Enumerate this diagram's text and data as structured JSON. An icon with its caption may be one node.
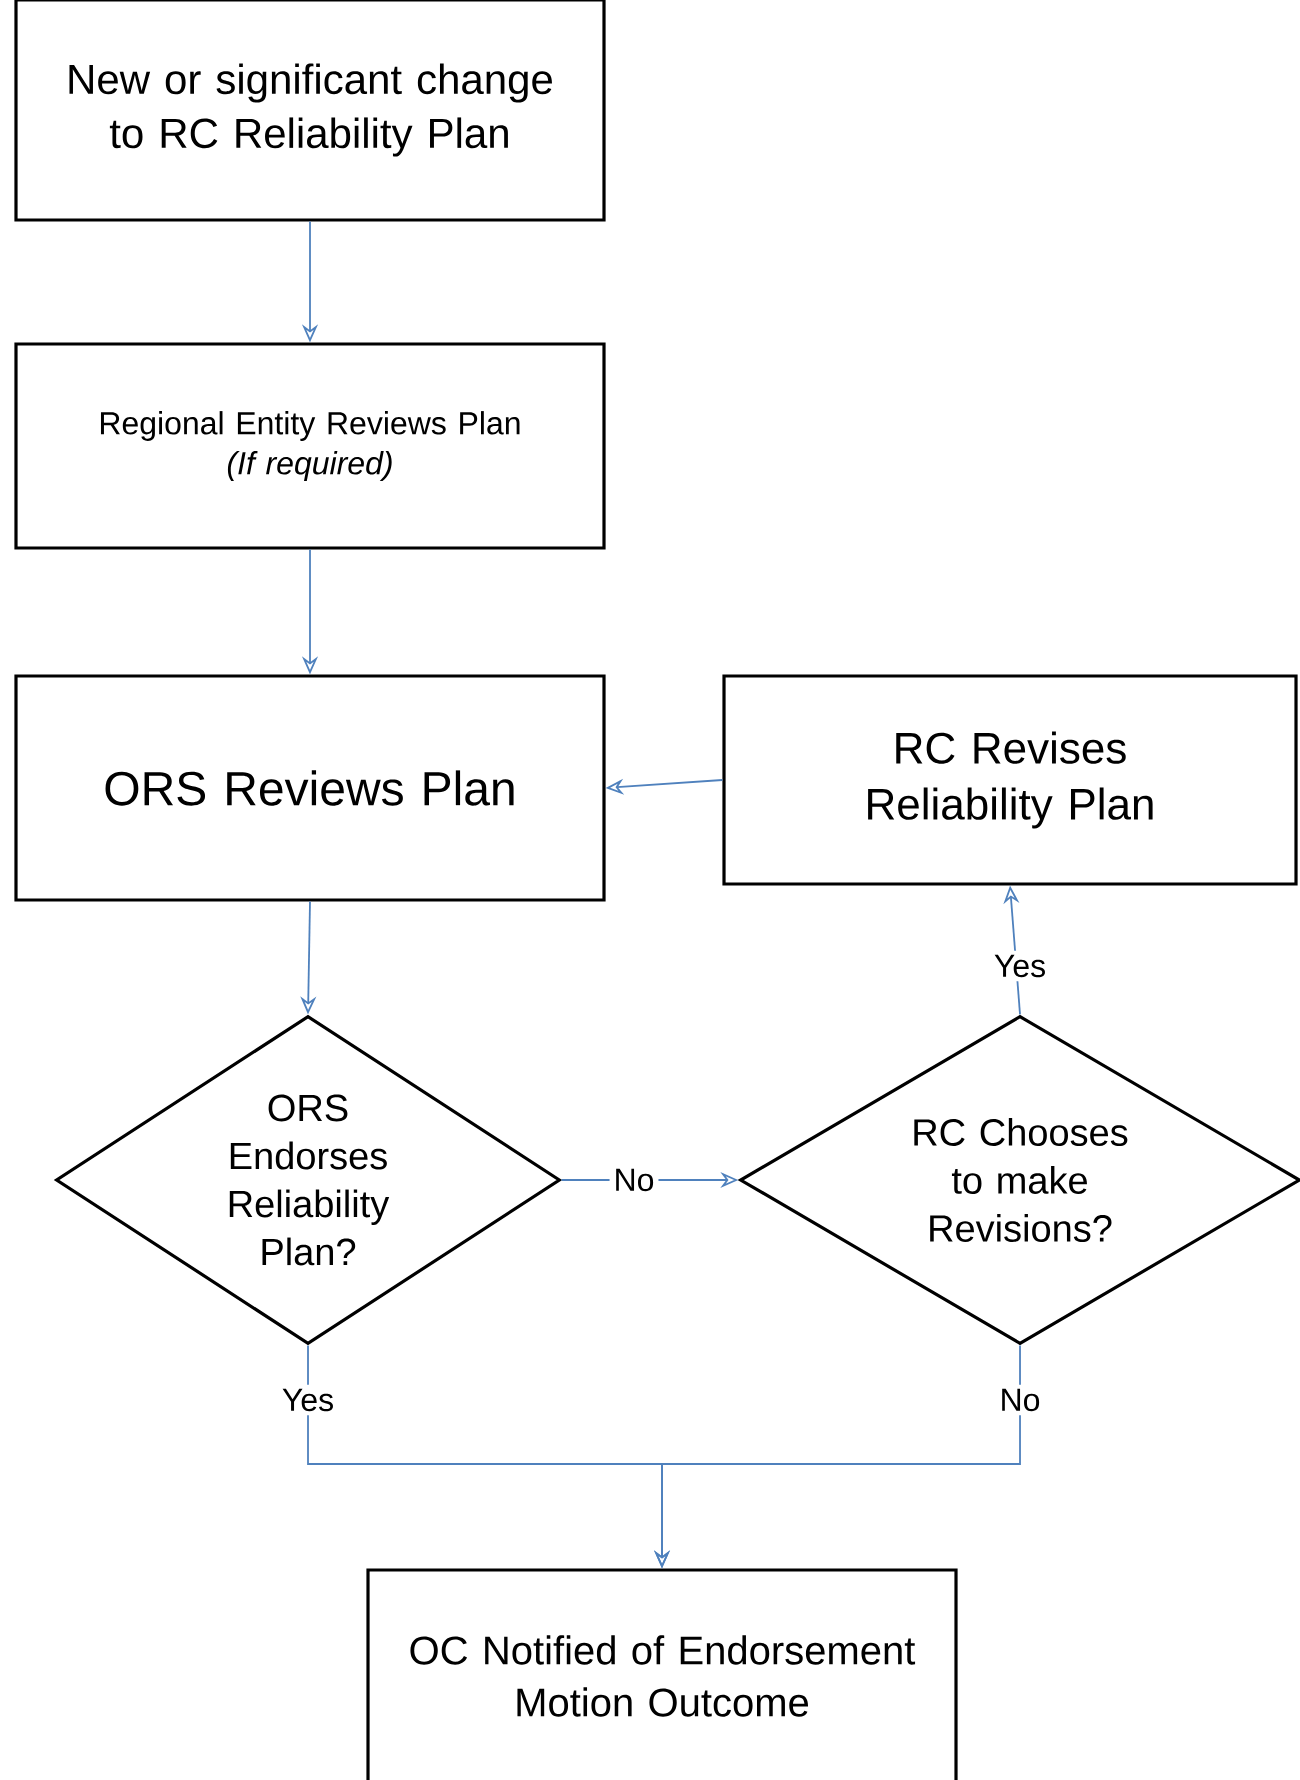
{
  "diagram": {
    "nodes": [
      {
        "text": [
          "New or significant change to RC Reliability Plan"
        ]
      },
      {
        "text": [
          "Regional Entity Reviews Plan",
          "(If required)"
        ]
      },
      {
        "text": [
          "ORS Reviews Plan"
        ]
      },
      {
        "text": [
          "RC Revises Reliability Plan"
        ]
      },
      {
        "text": [
          "ORS Endorses Reliability Plan?"
        ]
      },
      {
        "text": [
          "RC Chooses to make Revisions?"
        ]
      },
      {
        "text": [
          "OC Notified of Endorsement Motion Outcome"
        ]
      }
    ],
    "edges": [
      {
        "from": 0,
        "to": 1,
        "arrow": "to"
      },
      {
        "from": 1,
        "to": 2,
        "arrow": "to"
      },
      {
        "from": 3,
        "to": 2,
        "arrow": "to"
      },
      {
        "from": 2,
        "to": 4,
        "arrow": "to"
      },
      {
        "from": 4,
        "to": 5,
        "arrow": "to",
        "label": "No"
      },
      {
        "from": 5,
        "to": 3,
        "arrow": "to",
        "label": "Yes"
      },
      {
        "from": 4,
        "to": 6,
        "arrow": "to",
        "label": "Yes"
      },
      {
        "from": 5,
        "to": 6,
        "arrow": "to",
        "label": "No"
      }
    ]
  }
}
